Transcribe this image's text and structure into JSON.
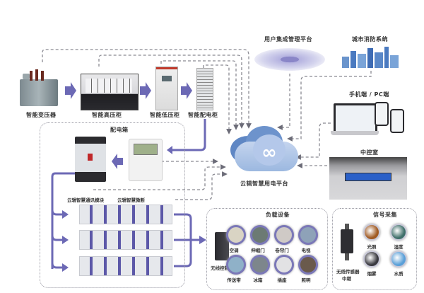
{
  "diagram": {
    "title": "云辑智慧用电平台系统架构",
    "colors": {
      "arrow": "#6c69b5",
      "dashed_line": "#8a8a92",
      "cloud_dark": "#5f87c4",
      "cloud_light": "#a8c0e4",
      "text": "#333333"
    },
    "top_chain": [
      {
        "id": "transformer",
        "label": "智能变压器"
      },
      {
        "id": "hv-cabinet",
        "label": "智能高压柜"
      },
      {
        "id": "lv-cabinet",
        "label": "智能低压柜"
      },
      {
        "id": "dist-cabinet",
        "label": "智能配电柜"
      }
    ],
    "platforms": {
      "user_platform": "用户集成管理平台",
      "fire_system": "城市消防系统",
      "mobile_pc": "手机端 / PC端",
      "control_room": "中控室",
      "cloud": "云辑智慧用电平台"
    },
    "distribution_box": {
      "title": "配电箱",
      "comm_module": "云辑智慧通讯模块",
      "smart_breaker": "云辑智慧微断"
    },
    "load_devices": {
      "title": "负载设备",
      "controller": "无线控制器",
      "items": [
        {
          "label": "空调",
          "color": "#d9d4c4"
        },
        {
          "label": "伸缩门",
          "color": "#6c7a74"
        },
        {
          "label": "卷帘门",
          "color": "#cfcac6"
        },
        {
          "label": "电视",
          "color": "#8ea2b8"
        },
        {
          "label": "传送带",
          "color": "#8fb1c8"
        },
        {
          "label": "冰箱",
          "color": "#7d868c"
        },
        {
          "label": "插座",
          "color": "#e2e2e4"
        },
        {
          "label": "照明",
          "color": "#6a5a4c"
        }
      ]
    },
    "signal_collection": {
      "title": "信号采集",
      "relay": [
        "无线传感器",
        "中继"
      ],
      "items": [
        {
          "label": "光照",
          "color": "#a05a22"
        },
        {
          "label": "湿度",
          "color": "#3f6f6a"
        },
        {
          "label": "烟雾",
          "color": "#3a3a40"
        },
        {
          "label": "水质",
          "color": "#5aa0d8"
        }
      ]
    }
  }
}
